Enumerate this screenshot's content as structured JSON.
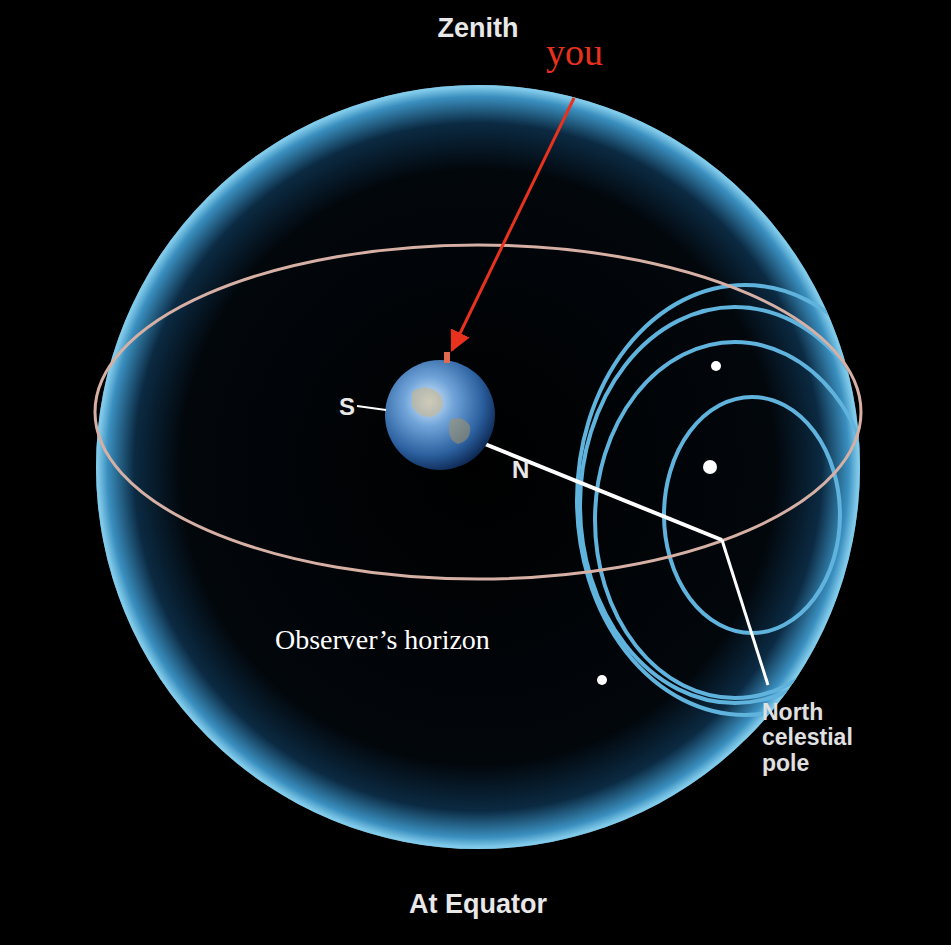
{
  "diagram": {
    "labels": [
      "Zenith",
      "you",
      "S",
      "N",
      "Observer’s horizon",
      "North celestial pole",
      "At Equator"
    ]
  }
}
